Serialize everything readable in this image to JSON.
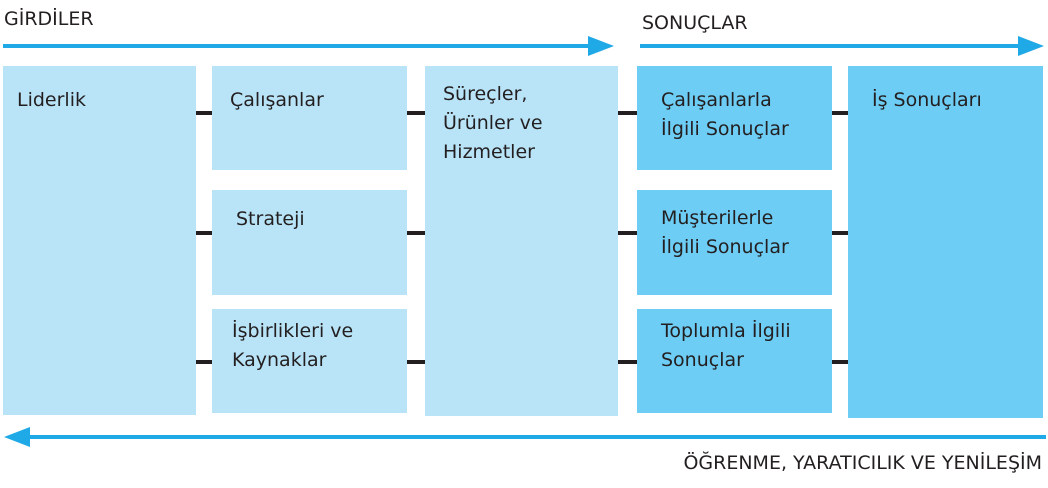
{
  "headers": {
    "inputs": "GİRDİLER",
    "results": "SONUÇLAR",
    "learning": "ÖĞRENME, YARATICILIK VE YENİLEŞİM"
  },
  "boxes": {
    "leadership": "Liderlik",
    "people": "Çalışanlar",
    "strategy": "Strateji",
    "partnerships": "İşbirlikleri ve Kaynaklar",
    "processes": "Süreçler, Ürünler ve Hizmetler",
    "people_results": "Çalışanlarla İlgili Sonuçlar",
    "customer_results": "Müşterilerle İlgili Sonuçlar",
    "society_results": "Toplumla İlgili Sonuçlar",
    "business_results": "İş Sonuçları"
  },
  "colors": {
    "arrow": "#1fa9e6",
    "light": "#b9e4f8",
    "dark": "#6dcdf4"
  }
}
